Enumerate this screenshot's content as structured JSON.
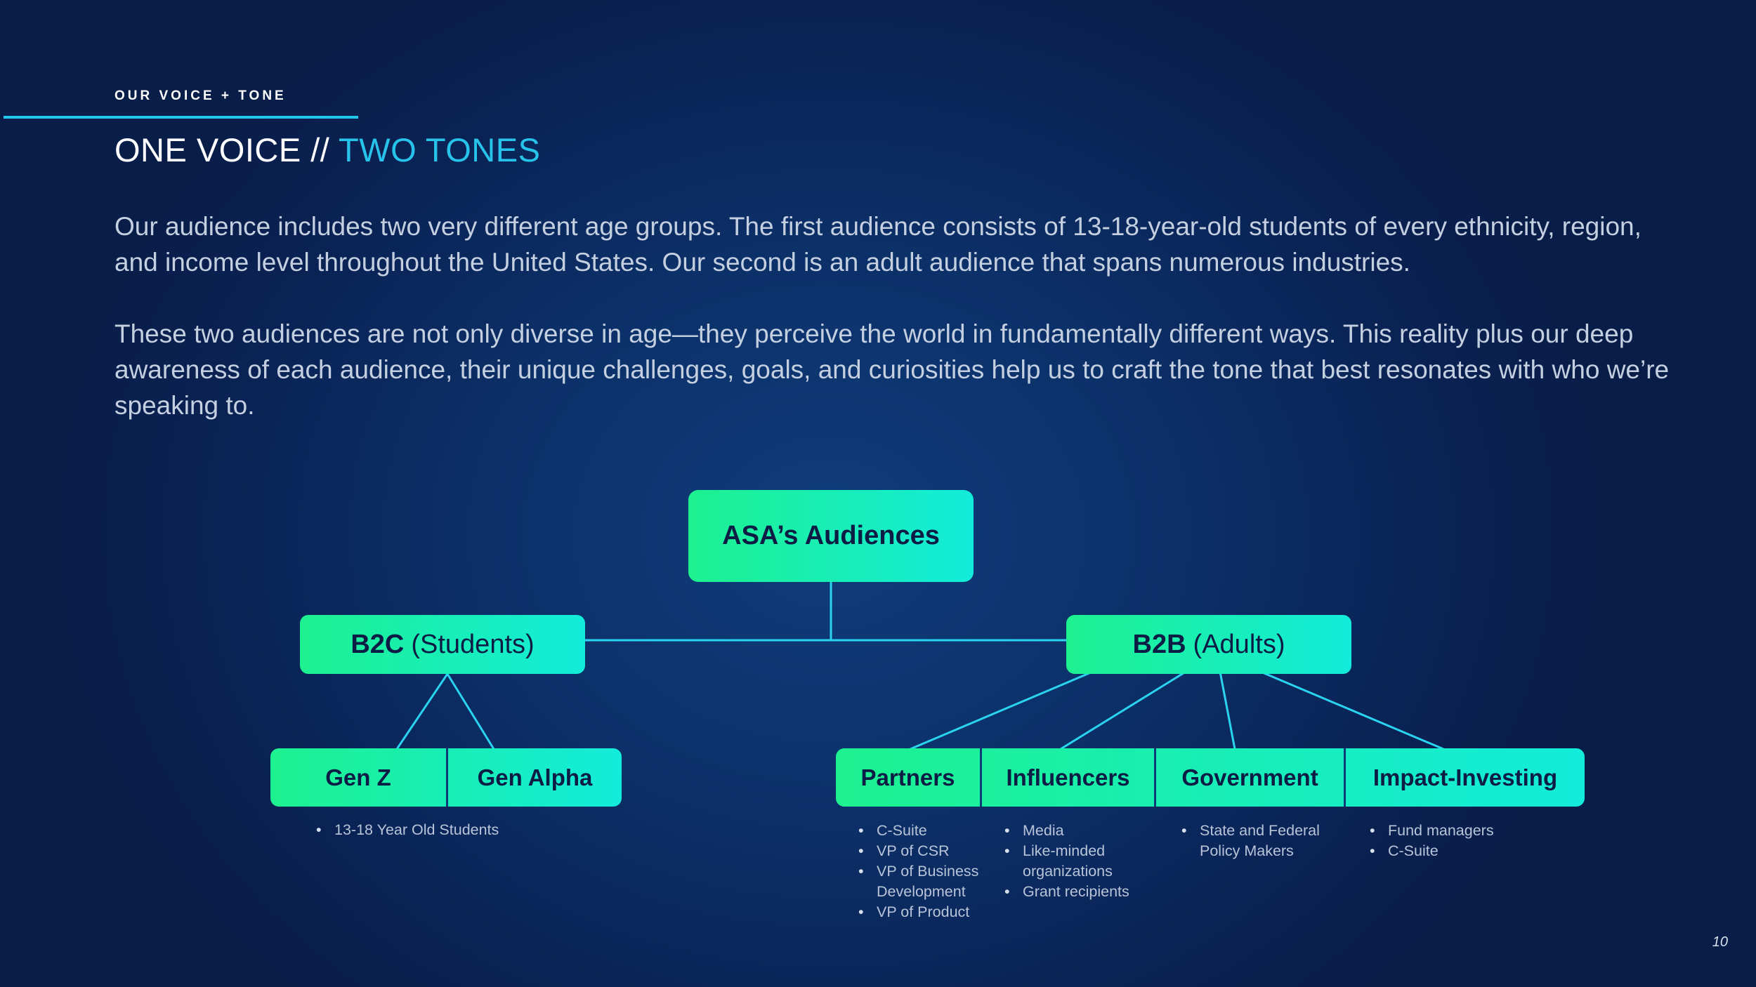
{
  "header": {
    "eyebrow": "OUR VOICE + TONE",
    "title_main": "ONE VOICE // ",
    "title_accent": "TWO TONES"
  },
  "body": {
    "paragraph_1": "Our audience includes two very different age groups. The first audience consists of 13-18-year-old students of every ethnicity, region, and income level throughout the United States. Our second is an adult audience that spans numerous industries.",
    "paragraph_2": "These two audiences are not only diverse in age—they perceive the world in fundamentally different ways. This reality plus our deep awareness of each audience, their unique challenges, goals, and curiosities help us to craft the tone that best resonates with who we’re speaking to."
  },
  "diagram": {
    "root": "ASA’s Audiences",
    "b2c": {
      "bold": "B2C",
      "light": "(Students)"
    },
    "b2b": {
      "bold": "B2B",
      "light": "(Adults)"
    },
    "b2c_children": [
      "Gen Z",
      "Gen Alpha"
    ],
    "b2b_children": [
      "Partners",
      "Influencers",
      "Government",
      "Impact-Investing"
    ],
    "bullets": {
      "gen_z": [
        "13-18 Year Old Students"
      ],
      "partners": [
        "C-Suite",
        "VP of CSR",
        "VP of Business Development",
        "VP of Product"
      ],
      "influencers": [
        "Media",
        "Like-minded organizations",
        "Grant recipients"
      ],
      "government": [
        "State and Federal Policy Makers"
      ],
      "impact_investing": [
        "Fund managers",
        "C-Suite"
      ]
    }
  },
  "footer": {
    "page_number": "10"
  },
  "colors": {
    "accent": "#27c3ea",
    "node_gradient_start": "#1df18f",
    "node_gradient_end": "#13ecdb",
    "node_text": "#0b1c45",
    "connector": "#2ad3f0"
  }
}
